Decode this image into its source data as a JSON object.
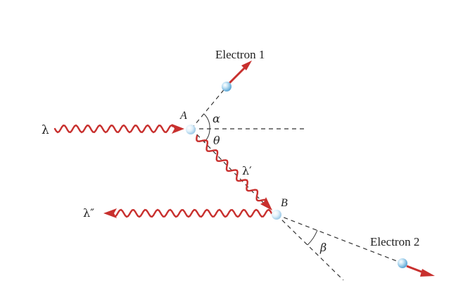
{
  "colors": {
    "photon": "#c8302e",
    "dashed_line": "#333333",
    "electron_fill": "#8fc6e6",
    "electron_highlight": "#e6f4fb",
    "text": "#222222"
  },
  "labels": {
    "electron_1": "Electron 1",
    "electron_2": "Electron 2",
    "point_a": "A",
    "point_b": "B",
    "lambda": "λ",
    "lambda_prime": "λ′",
    "lambda_double_prime": "λ″",
    "alpha": "α",
    "theta": "θ",
    "beta": "β"
  }
}
